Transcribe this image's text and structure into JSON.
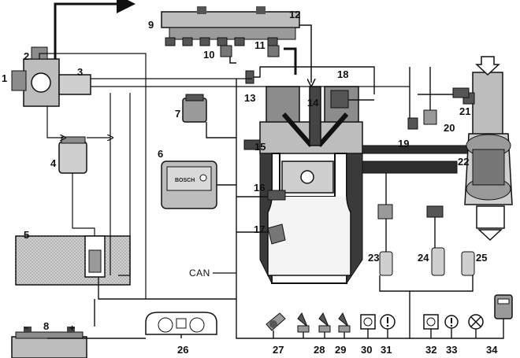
{
  "labels": {
    "l1": "1",
    "l2": "2",
    "l3": "3",
    "l4": "4",
    "l5": "5",
    "l6": "6",
    "l7": "7",
    "l8": "8",
    "l9": "9",
    "l10": "10",
    "l11": "11",
    "l12": "12",
    "l13": "13",
    "l14": "14",
    "l15": "15",
    "l16": "16",
    "l17": "17",
    "l18": "18",
    "l19": "19",
    "l20": "20",
    "l21": "21",
    "l22": "22",
    "l23": "23",
    "l24": "24",
    "l25": "25",
    "l26": "26",
    "l27": "27",
    "l28": "28",
    "l29": "29",
    "l30": "30",
    "l31": "31",
    "l32": "32",
    "l33": "33",
    "l34": "34"
  },
  "can_label": "CAN",
  "ecu_brand": "BOSCH",
  "battery": {
    "minus": "–",
    "plus": "+"
  },
  "colors": {
    "ink": "#111111",
    "shade": "#6f6f6f",
    "fill_light": "#d9d9d9",
    "fill_mid": "#9a9a9a",
    "background": "#ffffff"
  }
}
